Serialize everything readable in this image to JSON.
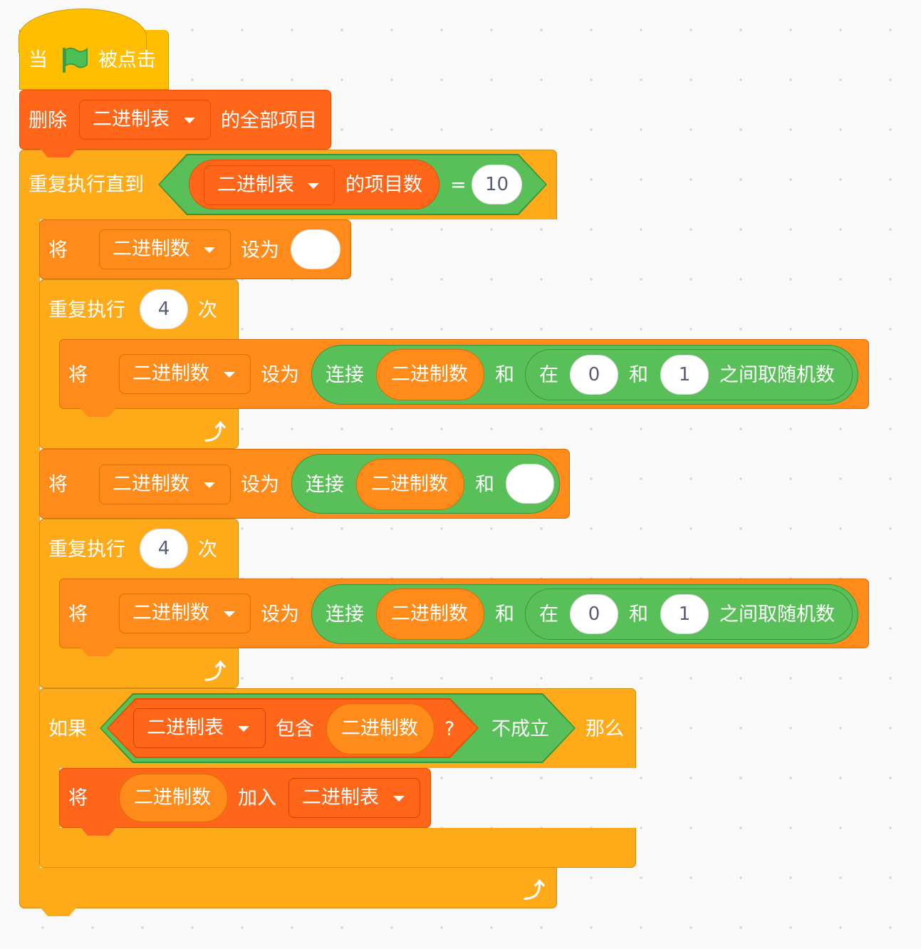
{
  "hat": {
    "when": "当",
    "clicked": "被点击",
    "flag_icon": "green-flag-icon"
  },
  "delete_all": {
    "label": "删除",
    "list": "二进制表",
    "suffix": "的全部项目"
  },
  "repeat_until": {
    "label": "重复执行直到",
    "list": "二进制表",
    "length_label": "的项目数",
    "operator": "=",
    "value": "10"
  },
  "set_empty": {
    "label": "将",
    "variable": "二进制数",
    "to": "设为",
    "value": ""
  },
  "repeat_1": {
    "label": "重复执行",
    "count": "4",
    "times": "次"
  },
  "set_random_1": {
    "label": "将",
    "variable": "二进制数",
    "to": "设为",
    "join": "连接",
    "reporter": "二进制数",
    "and": "和",
    "random_in": "在",
    "from": "0",
    "random_and": "和",
    "to_value": "1",
    "random_suffix": "之间取随机数"
  },
  "set_join": {
    "label": "将",
    "variable": "二进制数",
    "to": "设为",
    "join": "连接",
    "reporter": "二进制数",
    "and": "和",
    "value": ""
  },
  "repeat_2": {
    "label": "重复执行",
    "count": "4",
    "times": "次"
  },
  "set_random_2": {
    "label": "将",
    "variable": "二进制数",
    "to": "设为",
    "join": "连接",
    "reporter": "二进制数",
    "and": "和",
    "random_in": "在",
    "from": "0",
    "random_and": "和",
    "to_value": "1",
    "random_suffix": "之间取随机数"
  },
  "if_block": {
    "label": "如果",
    "list": "二进制表",
    "contains": "包含",
    "reporter": "二进制数",
    "question": "?",
    "not": "不成立",
    "then": "那么"
  },
  "add_item": {
    "label": "将",
    "reporter": "二进制数",
    "add_to": "加入",
    "list": "二进制表"
  },
  "colors": {
    "events": "#FFBF00",
    "list": "#FF661A",
    "control": "#FFAB19",
    "variables": "#FF8C1A",
    "operators": "#59C059"
  }
}
